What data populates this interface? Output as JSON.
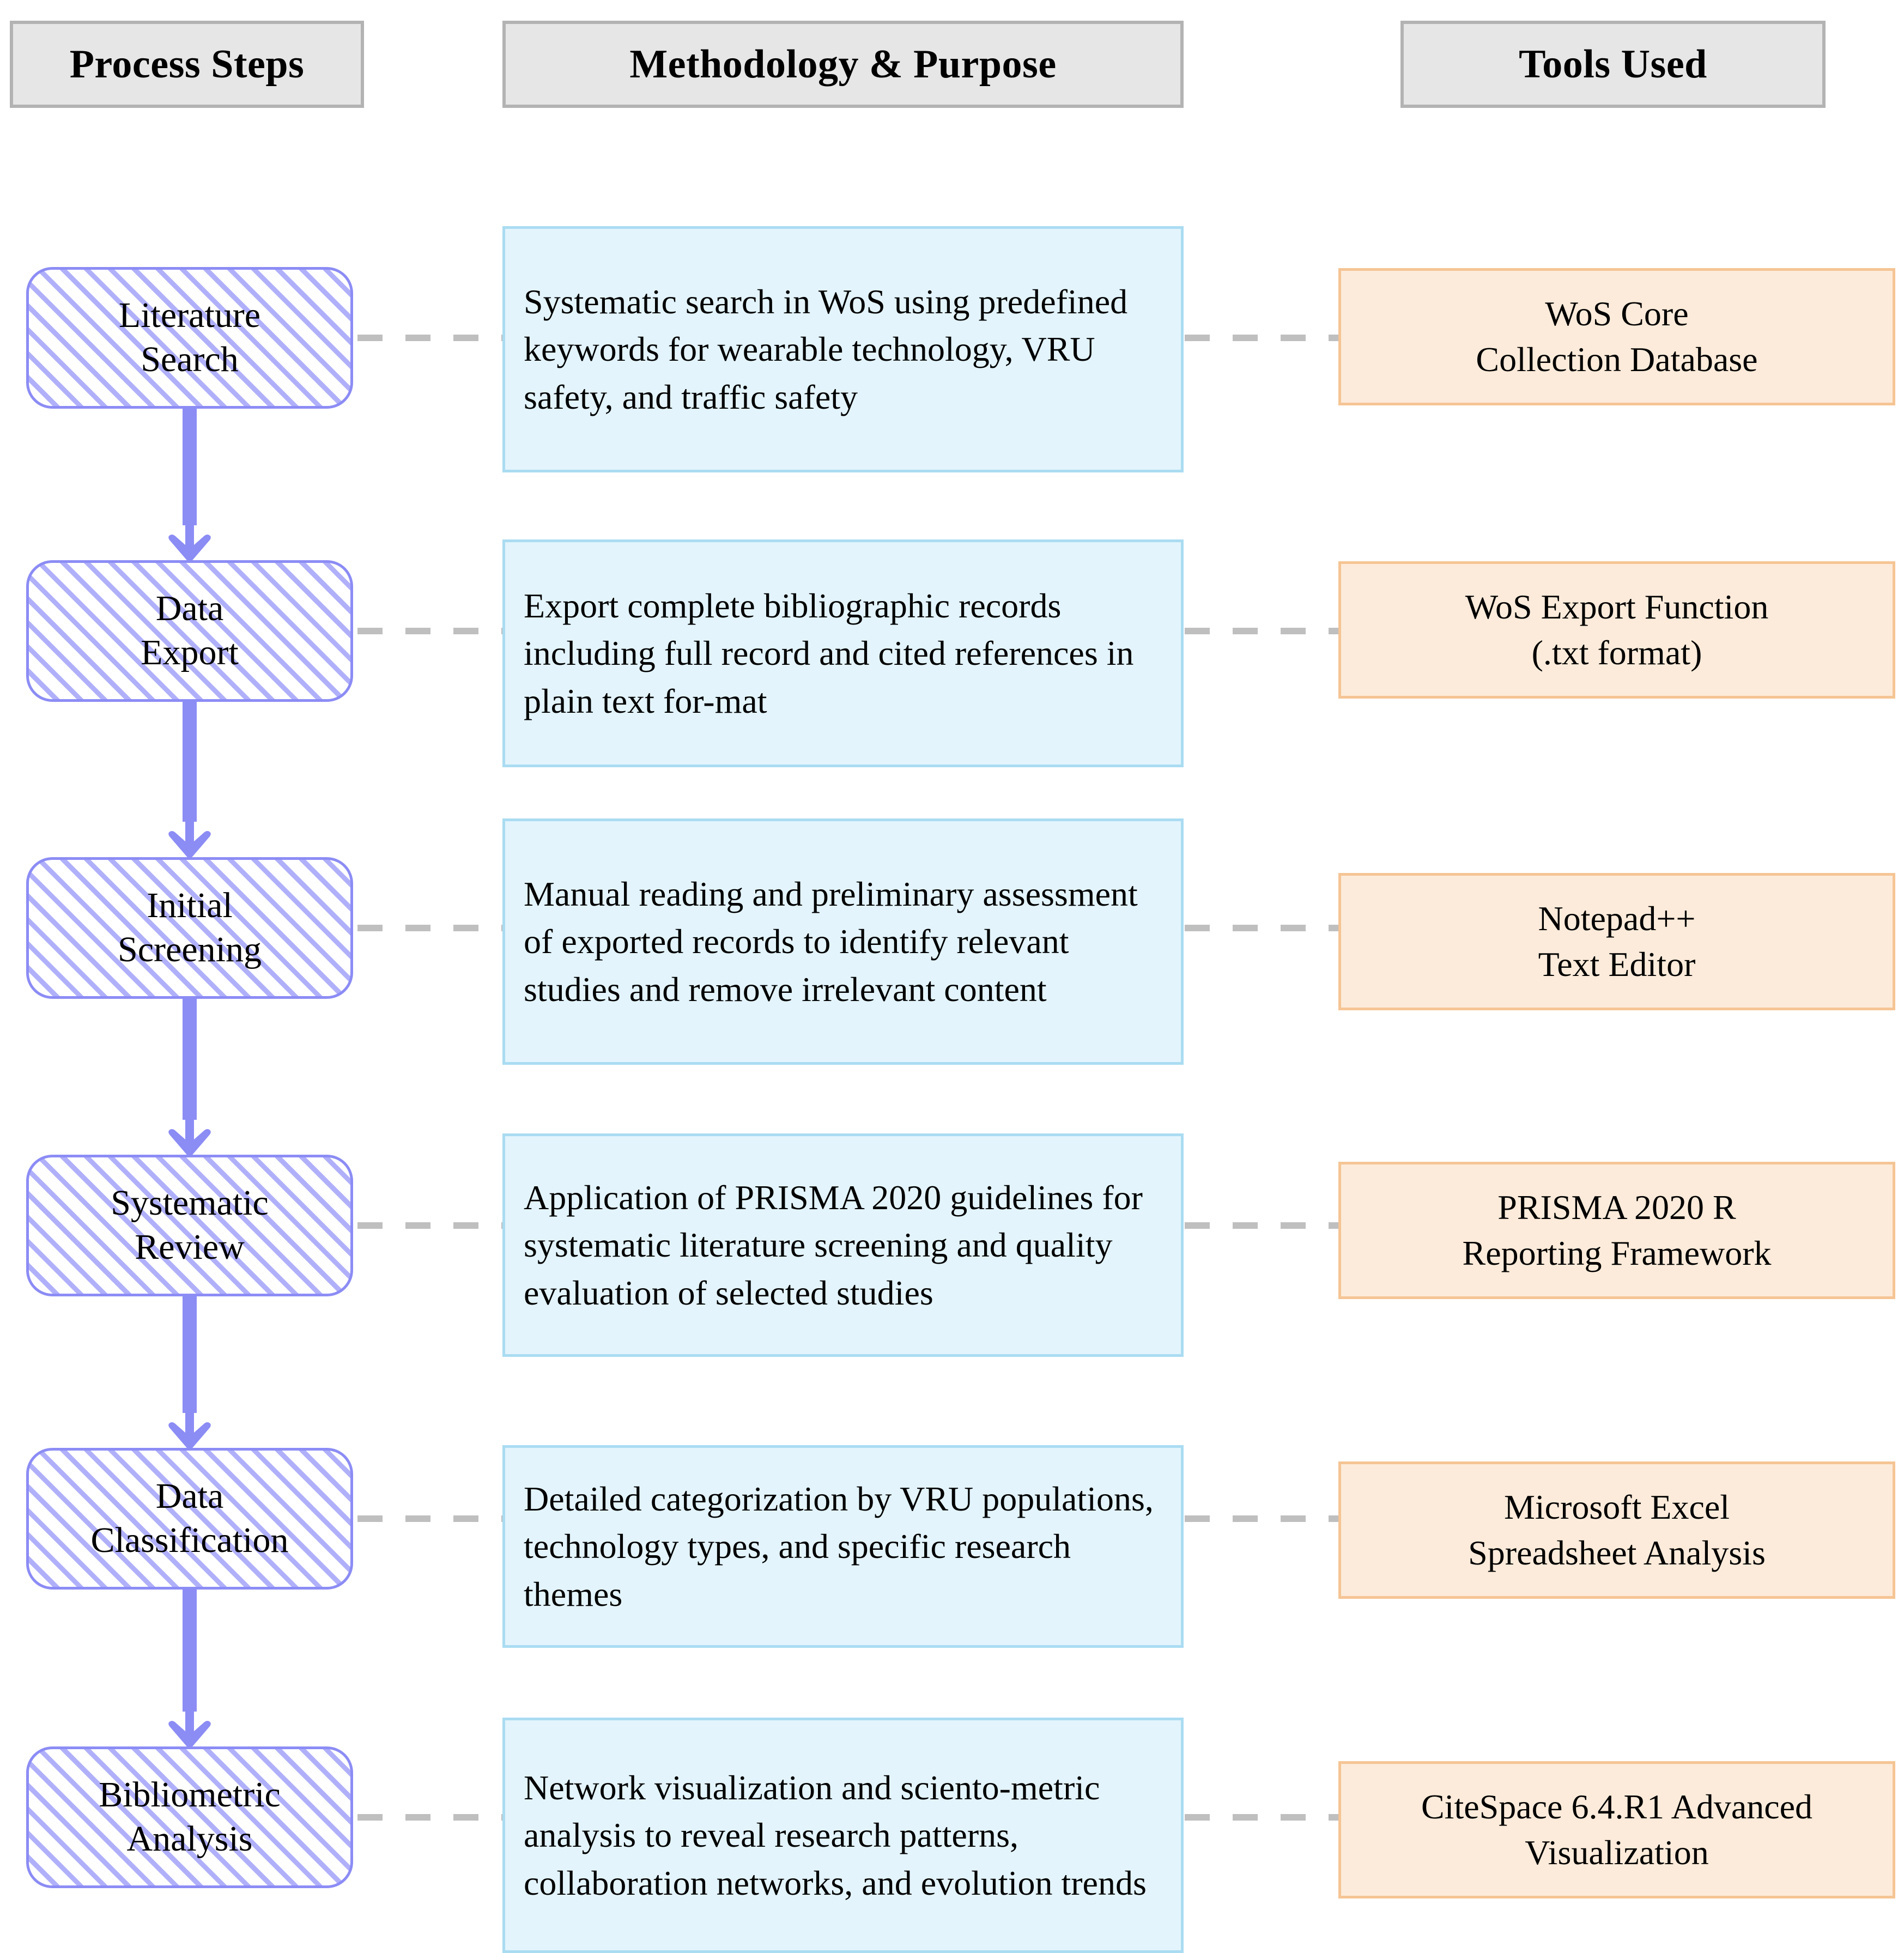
{
  "headers": [
    {
      "id": "process-steps",
      "label": "Process Steps"
    },
    {
      "id": "methodology-purpose",
      "label": "Methodology & Purpose"
    },
    {
      "id": "tools-used",
      "label": "Tools Used"
    }
  ],
  "colors": {
    "header_fill": "#e6e6e6",
    "header_border": "#b3b3b3",
    "step_border": "#8c8cf5",
    "step_hatch": "#b0b0fa",
    "arrow": "#8c8cf5",
    "method_fill": "#e3f4fc",
    "method_border": "#aadcf2",
    "tool_fill": "#fcebda",
    "tool_border": "#f5c494",
    "connector": "#bfbfbf"
  },
  "rows": [
    {
      "step": "Literature\nSearch",
      "methodology": "Systematic search in WoS using predefined keywords for wearable technology, VRU safety, and traffic safety",
      "tool": "WoS Core\nCollection Database"
    },
    {
      "step": "Data\nExport",
      "methodology": "Export complete bibliographic records including full record and cited references in plain text for-mat",
      "tool": "WoS Export Function\n(.txt format)"
    },
    {
      "step": "Initial\nScreening",
      "methodology": "Manual reading and preliminary assessment of exported records to identify relevant studies and remove irrelevant content",
      "tool": "Notepad++\nText Editor"
    },
    {
      "step": "Systematic\nReview",
      "methodology": "Application of PRISMA 2020 guidelines for systematic literature screening and quality evaluation of selected studies",
      "tool": "PRISMA 2020 R\nReporting Framework"
    },
    {
      "step": "Data\nClassification",
      "methodology": "Detailed categorization by VRU populations, technology types, and specific research themes",
      "tool": "Microsoft Excel\nSpreadsheet Analysis"
    },
    {
      "step": "Bibliometric\nAnalysis",
      "methodology": "Network visualization and sciento-metric analysis to reveal research patterns, collaboration networks, and evolution trends",
      "tool": "CiteSpace 6.4.R1 Advanced\nVisualization"
    }
  ]
}
